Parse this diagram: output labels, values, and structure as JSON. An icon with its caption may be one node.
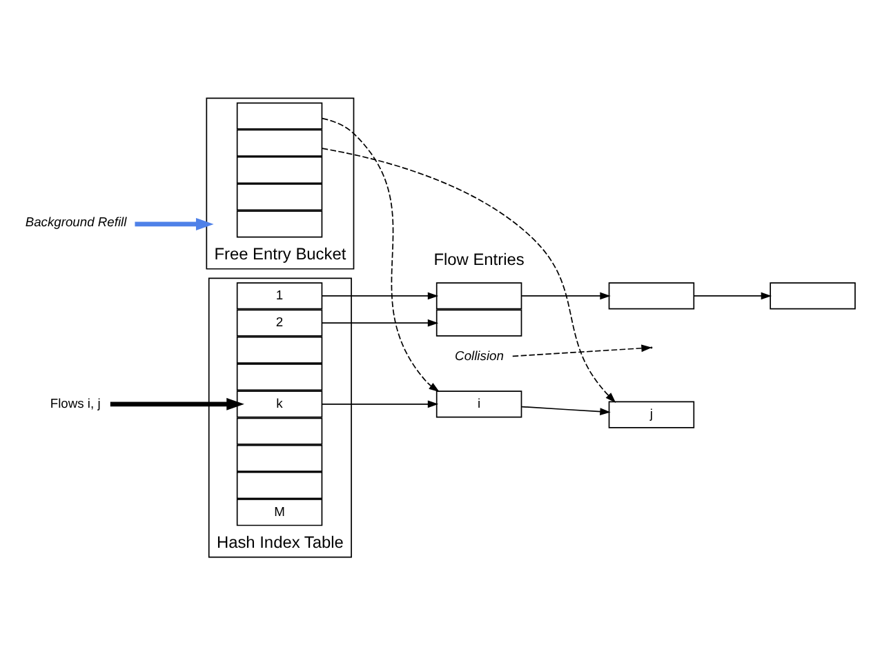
{
  "diagram": {
    "nodes": [
      {
        "text": [
          "Hash Index Table"
        ]
      },
      {
        "text": [
          "1"
        ],
        "in": 0
      },
      {
        "text": [
          "2"
        ],
        "in": 0
      },
      {
        "text": [],
        "shape": "box",
        "in": 0
      },
      {
        "text": [],
        "shape": "box",
        "in": 0
      },
      {
        "text": [
          "k"
        ],
        "in": 0
      },
      {
        "text": [],
        "shape": "box",
        "in": 0
      },
      {
        "text": [],
        "shape": "box",
        "in": 0
      },
      {
        "text": [],
        "shape": "box",
        "in": 0
      },
      {
        "text": [
          "M"
        ],
        "in": 0
      },
      {
        "text": [],
        "shape": "box"
      },
      {
        "text": [],
        "shape": "box"
      },
      {
        "text": [],
        "shape": "box"
      },
      {
        "text": [],
        "shape": "box"
      },
      {
        "text": [
          "i"
        ]
      },
      {
        "text": [
          "j"
        ]
      },
      {
        "text": [
          "Free Entry Bucket"
        ]
      },
      {
        "text": [],
        "shape": "box",
        "in": 16
      },
      {
        "text": [],
        "shape": "box",
        "in": 16
      },
      {
        "text": [],
        "shape": "box",
        "in": 16
      },
      {
        "text": [],
        "shape": "box",
        "in": 16
      },
      {
        "text": [],
        "shape": "box",
        "in": 16
      },
      {
        "text": [
          "Flows i, j"
        ]
      },
      {
        "text": [
          "Collision"
        ]
      },
      {
        "text": [
          "Background Refill"
        ]
      }
    ],
    "edges": [
      {
        "from": 1,
        "to": 10,
        "arrow": "to"
      },
      {
        "from": 10,
        "to": 11,
        "arrow": "to"
      },
      {
        "from": 11,
        "to": 12,
        "arrow": "to"
      },
      {
        "from": 2,
        "to": 13,
        "arrow": "to"
      },
      {
        "from": 5,
        "to": 14,
        "arrow": "to"
      },
      {
        "from": 14,
        "to": 15,
        "arrow": "to"
      },
      {
        "from": 17,
        "to": 14,
        "arrow": "to",
        "style": "dashed"
      },
      {
        "from": 18,
        "to": 15,
        "arrow": "to",
        "style": "dashed"
      },
      {
        "from": 22,
        "to": 5,
        "arrow": "to",
        "style": "thick"
      },
      {
        "from": 23,
        "to": null,
        "arrow": "to",
        "style": "dashed"
      },
      {
        "from": 24,
        "to": 16,
        "arrow": "to",
        "style": "thick",
        "color": "#4f81e8"
      }
    ],
    "labels": [
      "Flow Entries"
    ]
  }
}
